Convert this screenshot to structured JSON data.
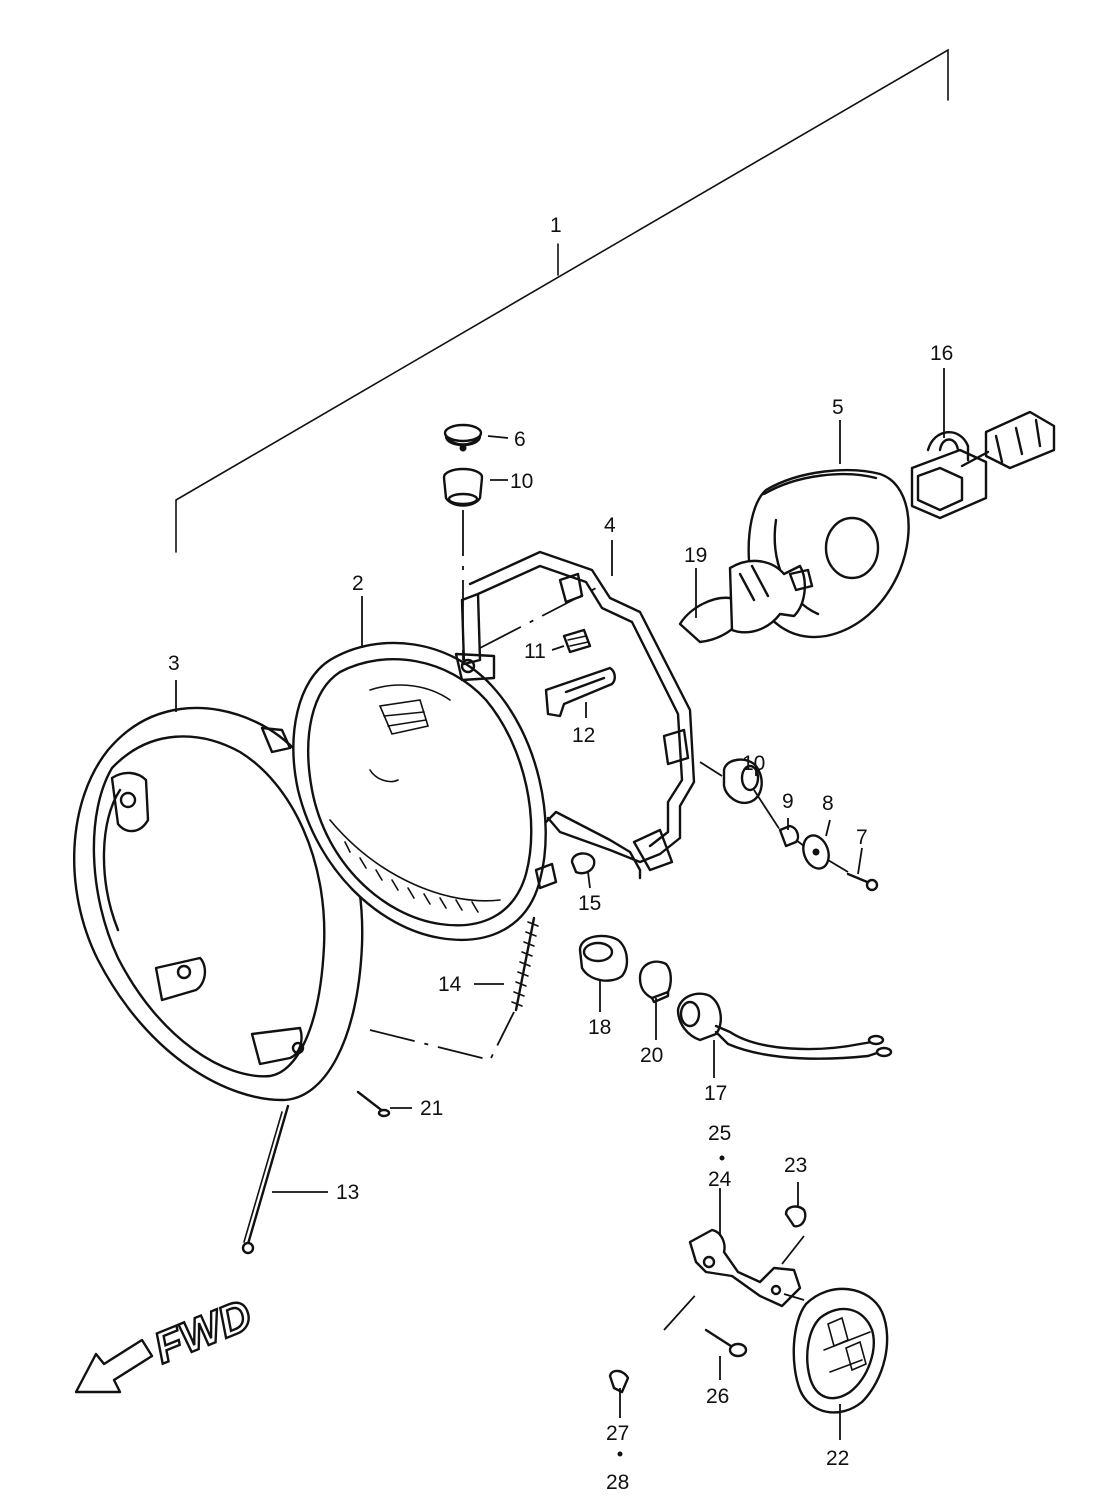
{
  "labels": {
    "l1": "1",
    "l2": "2",
    "l3": "3",
    "l4": "4",
    "l5": "5",
    "l6": "6",
    "l7": "7",
    "l8": "8",
    "l9": "9",
    "l10a": "10",
    "l10b": "10",
    "l11": "11",
    "l12": "12",
    "l13": "13",
    "l14": "14",
    "l15": "15",
    "l16": "16",
    "l17": "17",
    "l18": "18",
    "l19": "19",
    "l20": "20",
    "l21": "21",
    "l22": "22",
    "l23": "23",
    "l24": "24",
    "l25": "25",
    "l26": "26",
    "l27": "27",
    "l28": "28"
  },
  "direction": {
    "text": "FWD",
    "icon": "arrow-left-icon"
  }
}
